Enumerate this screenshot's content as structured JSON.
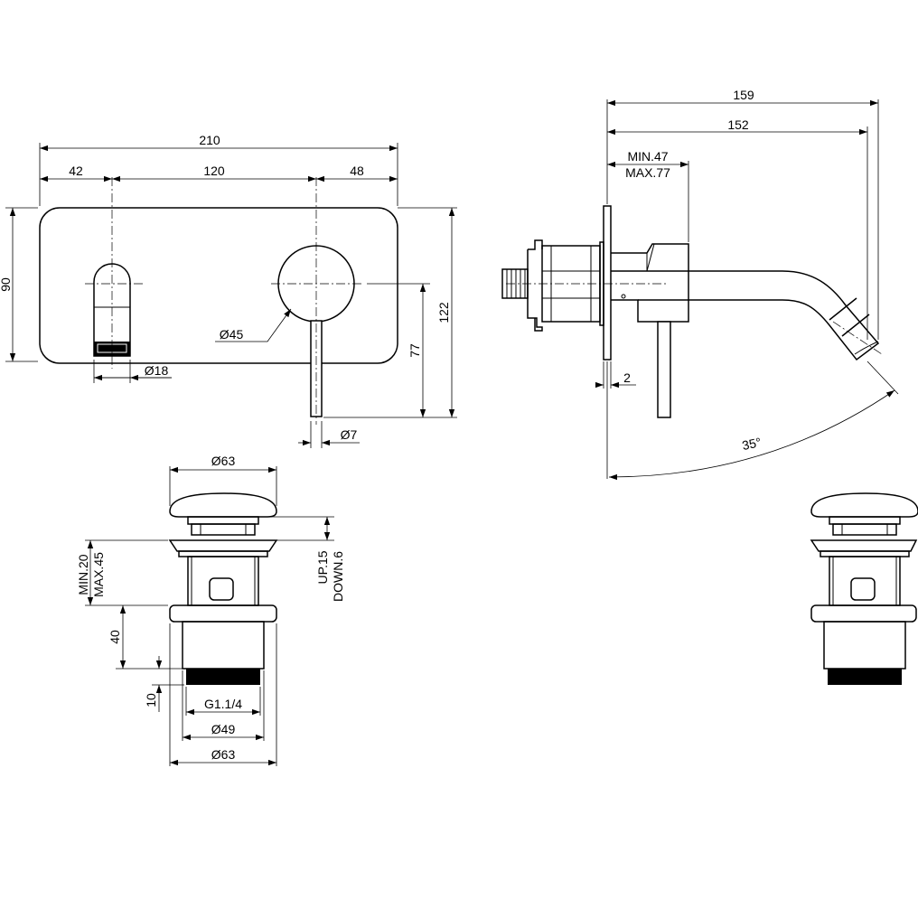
{
  "front_view": {
    "dim_total_width": "210",
    "dim_left_offset": "42",
    "dim_between_centers": "120",
    "dim_right_offset": "48",
    "dim_plate_height": "90",
    "dim_total_height": "122",
    "dim_lever_height": "77",
    "dim_knob_diameter": "Ø45",
    "dim_spout_diameter": "Ø18",
    "dim_lever_diameter": "Ø7"
  },
  "side_view": {
    "dim_overall_length": "159",
    "dim_spout_length": "152",
    "dim_min_depth": "MIN.47",
    "dim_max_depth": "MAX.77",
    "dim_plate_thickness": "2",
    "dim_angle": "35°"
  },
  "drain_view": {
    "dim_cap_diameter": "Ø63",
    "dim_flange_min": "MIN.20",
    "dim_flange_max": "MAX.45",
    "dim_travel_up": "UP.15",
    "dim_travel_down": "DOWN.6",
    "dim_body_height": "40",
    "dim_thread_height": "10",
    "dim_thread_size": "G1.1/4",
    "dim_body_diameter": "Ø49",
    "dim_base_diameter": "Ø63"
  }
}
